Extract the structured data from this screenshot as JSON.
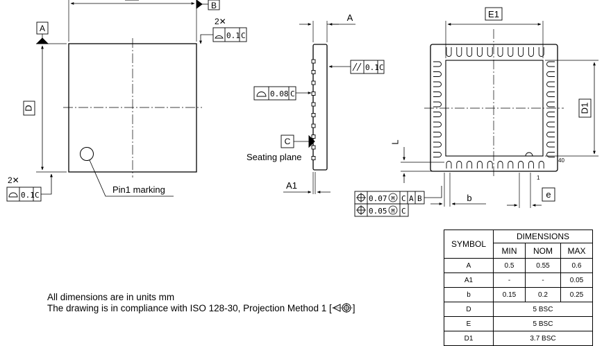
{
  "datums": {
    "a": "A",
    "b": "B",
    "c": "C"
  },
  "dims": {
    "d": "D",
    "e1": "E1",
    "d1": "D1",
    "a": "A",
    "a1": "A1",
    "l": "L",
    "b": "b",
    "e": "e"
  },
  "callouts": {
    "count_top": "2✕",
    "count_left": "2✕",
    "flat_top_value": "0.1",
    "flat_top_datum": "C",
    "flat_left_value": "0.1",
    "flat_left_datum": "C",
    "parallel_value": "0.1",
    "parallel_datum": "C",
    "flat_side_value": "0.08",
    "flat_side_datum": "C",
    "pos1_value": "0.07",
    "pos1_m": "M",
    "pos1_d1": "C",
    "pos1_d2": "A",
    "pos1_d3": "B",
    "pos2_value": "0.05",
    "pos2_m": "M",
    "pos2_d1": "C"
  },
  "labels": {
    "pin1_marking": "Pin1 marking",
    "seating_plane": "Seating plane",
    "pin_40": "40",
    "pin_1": "1"
  },
  "notes": {
    "units": "All dimensions are in units mm",
    "compliance": "The drawing is in compliance with ISO 128-30, Projection Method 1 [",
    "compliance_end": "]"
  },
  "table": {
    "symbol_header": "SYMBOL",
    "dimensions_header": "DIMENSIONS",
    "min_header": "MIN",
    "nom_header": "NOM",
    "max_header": "MAX",
    "rows": [
      {
        "symbol": "A",
        "min": "0.5",
        "nom": "0.55",
        "max": "0.6"
      },
      {
        "symbol": "A1",
        "min": "-",
        "nom": "-",
        "max": "0.05"
      },
      {
        "symbol": "b",
        "min": "0.15",
        "nom": "0.2",
        "max": "0.25"
      },
      {
        "symbol": "D",
        "span": "5 BSC"
      },
      {
        "symbol": "E",
        "span": "5 BSC"
      },
      {
        "symbol": "D1",
        "span": "3.7 BSC"
      }
    ]
  }
}
